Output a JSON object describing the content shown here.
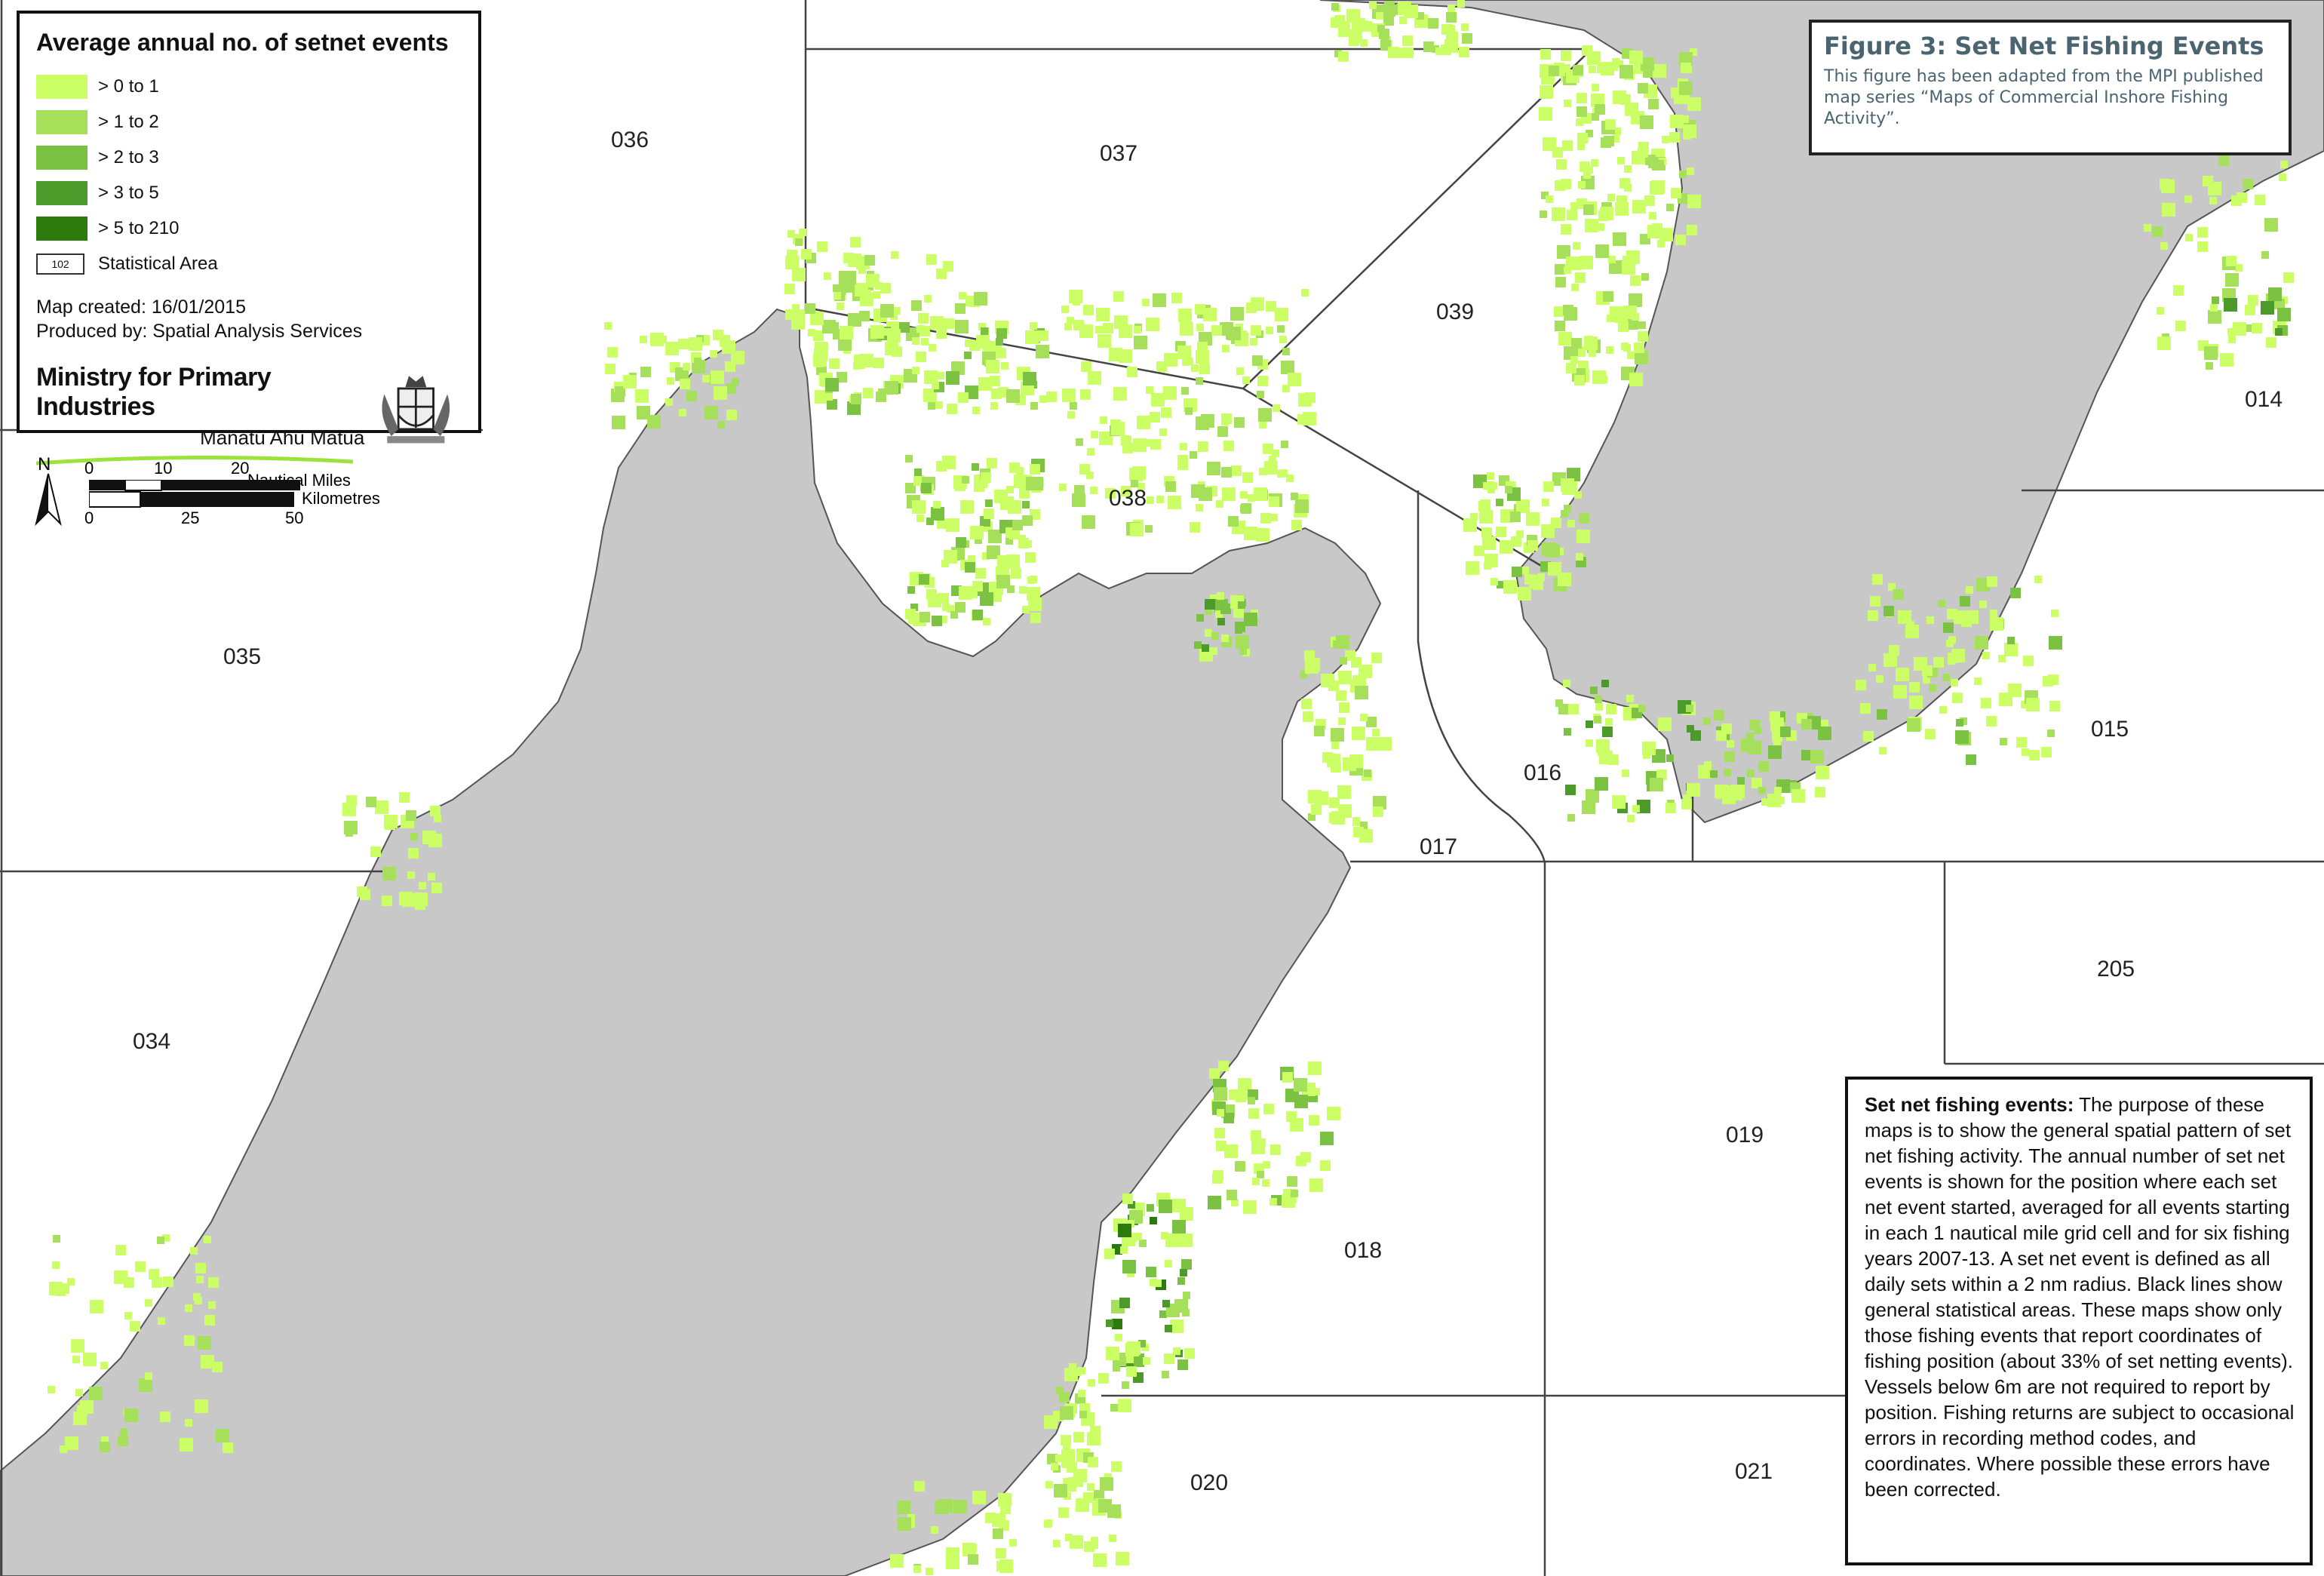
{
  "legend": {
    "title": "Average annual no. of setnet events",
    "classes": [
      {
        "label": "> 0 to 1",
        "color": "#ccff66"
      },
      {
        "label": "> 1 to 2",
        "color": "#a6e05a"
      },
      {
        "label": "> 2 to 3",
        "color": "#7cc242"
      },
      {
        "label": "> 3 to 5",
        "color": "#4c9a2a"
      },
      {
        "label": "> 5 to 210",
        "color": "#2b7a0b"
      }
    ],
    "stat_area_sample": "102",
    "stat_area_label": "Statistical Area",
    "map_created": "Map created: 16/01/2015",
    "produced_by": "Produced by: Spatial Analysis Services",
    "org_name": "Ministry for Primary Industries",
    "org_maori": "Manatū Ahu Matua"
  },
  "north": "N",
  "scale": {
    "nm_ticks": [
      "0",
      "10",
      "20"
    ],
    "nm_label": "Nautical Miles",
    "km_ticks": [
      "0",
      "25",
      "50"
    ],
    "km_label": "Kilometres"
  },
  "figure": {
    "title": "Figure 3:  Set Net Fishing Events",
    "subtitle": "This figure has been adapted from the MPI published map series “Maps of Commercial Inshore Fishing Activity”.",
    "title_color": "#4a6470"
  },
  "description": {
    "heading": "Set net fishing events:",
    "text": "The purpose of these maps is to show the general spatial pattern of set net fishing activity. The annual number of set net events is shown for the position where each set net event started, averaged for all events starting in each 1 nautical mile grid cell and for six fishing years 2007-13. A set net event is defined as all daily sets within a 2 nm radius. Black lines show general statistical areas. These maps show only those fishing events that report coordinates of fishing position (about 33% of set netting events). Vessels below 6m are not required to report by position. Fishing returns are subject to occasional errors in recording method codes, and coordinates. Where possible these errors have been corrected."
  },
  "map": {
    "land_color": "#c8c8c8",
    "sea_color": "#ffffff",
    "boundary_color": "#444444",
    "area_labels": [
      "036",
      "037",
      "039",
      "014",
      "038",
      "035",
      "015",
      "016",
      "017",
      "205",
      "034",
      "019",
      "018",
      "020",
      "021"
    ]
  }
}
